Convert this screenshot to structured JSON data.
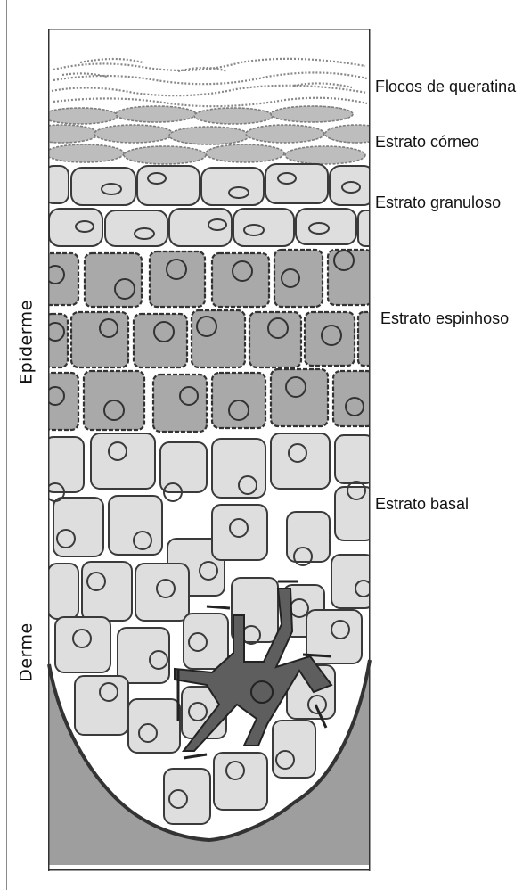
{
  "labels": {
    "flocos": "Flocos de queratina",
    "corneo": "Estrato córneo",
    "granuloso": "Estrato granuloso",
    "espinhoso": "Estrato espinhoso",
    "basal": "Estrato basal",
    "epiderme": "Epiderme",
    "derme": "Derme"
  },
  "colors": {
    "cell_light": "#dedede",
    "cell_spiny": "#a9a9a9",
    "dermis": "#9e9e9e",
    "melanocyte": "#5e5e5e",
    "outline": "#2b2b2b"
  }
}
